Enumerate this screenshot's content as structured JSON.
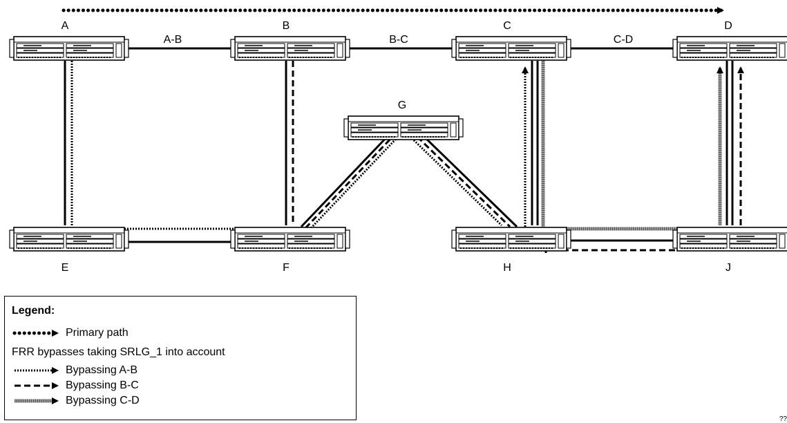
{
  "nodes": {
    "A": "A",
    "B": "B",
    "C": "C",
    "D": "D",
    "E": "E",
    "F": "F",
    "G": "G",
    "H": "H",
    "J": "J"
  },
  "links": {
    "ab": "A-B",
    "bc": "B-C",
    "cd": "C-D"
  },
  "legend": {
    "title": "Legend:",
    "primary": "Primary path",
    "frr_note": "FRR bypasses taking SRLG_1 into account",
    "bypass_ab": "Bypassing A-B",
    "bypass_bc": "Bypassing B-C",
    "bypass_cd": "Bypassing C-D"
  },
  "corner_text": "??"
}
